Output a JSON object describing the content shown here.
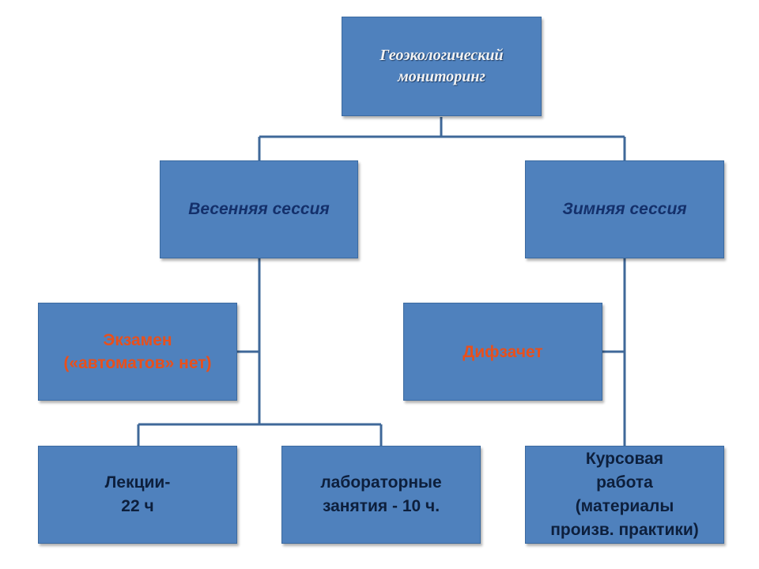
{
  "diagram": {
    "root": {
      "label": "Геоэкологический\nмониторинг"
    },
    "spring": {
      "label": "Весенняя сессия"
    },
    "winter": {
      "label": "Зимняя сессия"
    },
    "exam": {
      "label": "Экзамен\n(«автоматов» нет)"
    },
    "difzachet": {
      "label": "Дифзачет"
    },
    "lectures": {
      "label": "Лекции-\n22 ч"
    },
    "labs": {
      "label": "лабораторные\nзанятия - 10 ч."
    },
    "coursework": {
      "label": "Курсовая\nработа\n(материалы\nпроизв. практики)"
    }
  },
  "colors": {
    "box_fill": "#4f81bd",
    "connector": "#3f6899",
    "exam_text": "#e8501c",
    "session_text": "#14306b"
  }
}
